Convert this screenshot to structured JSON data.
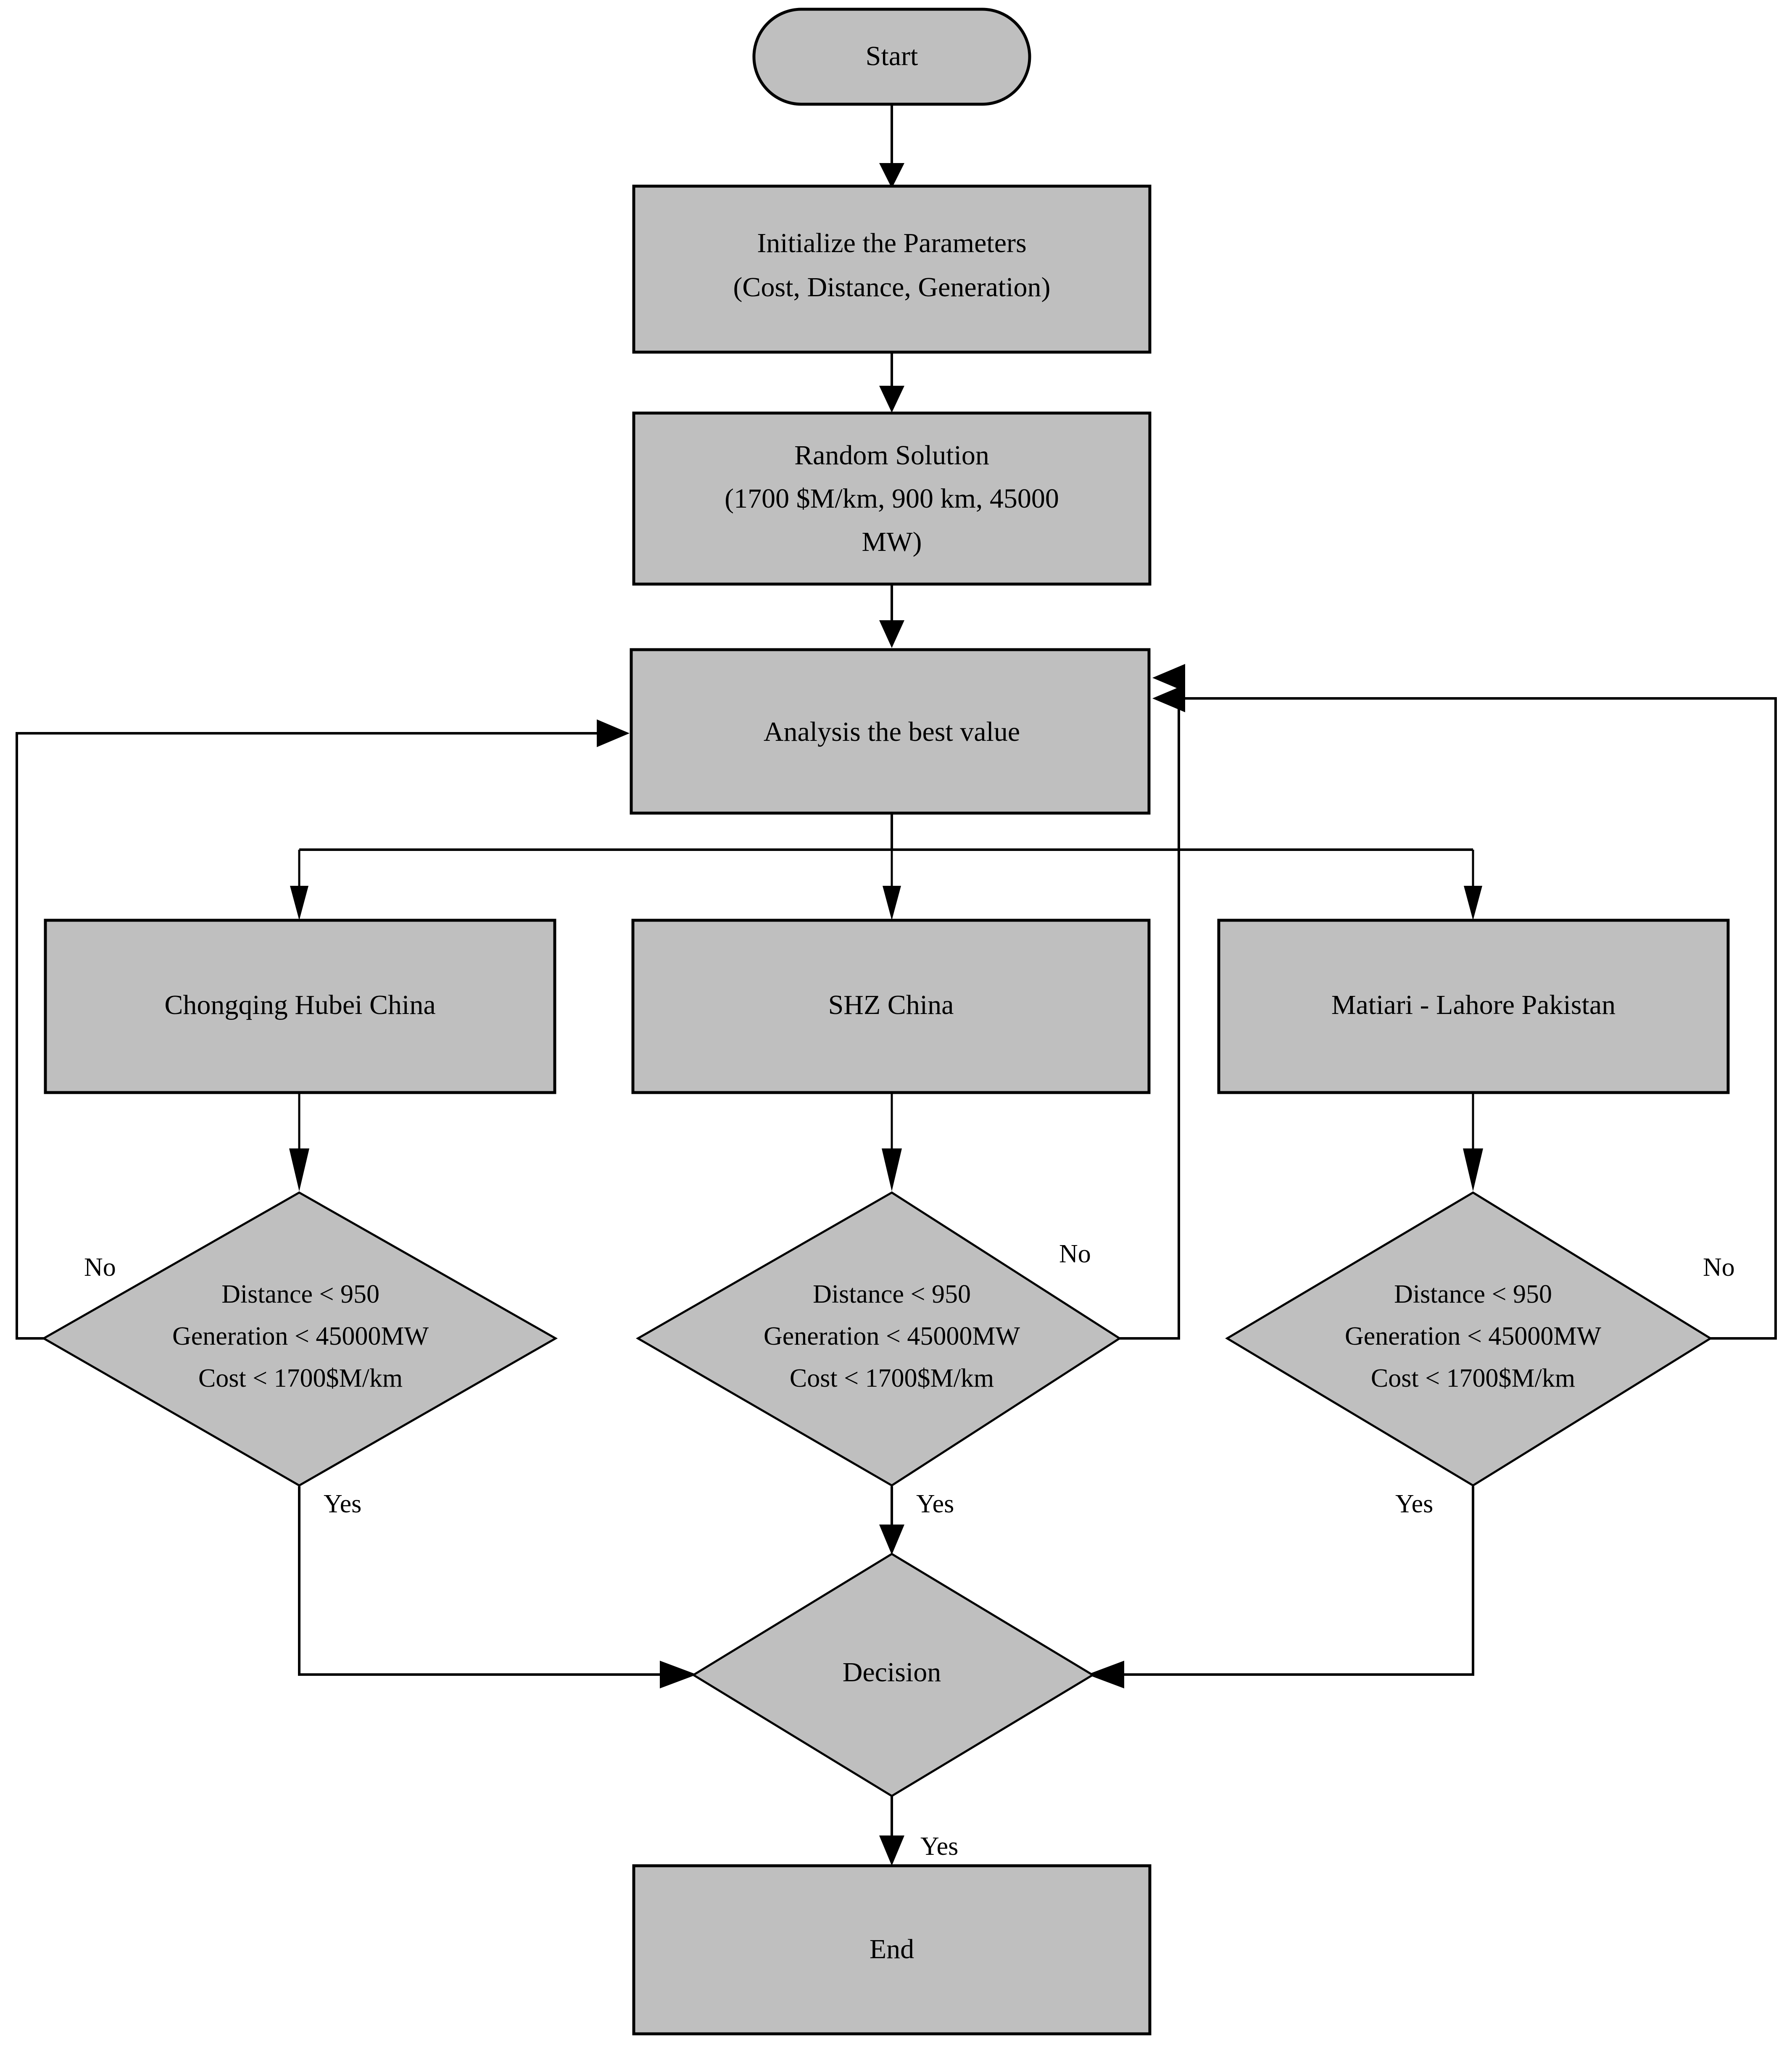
{
  "diagram": {
    "title": "Optimization flowchart for HVDC transmission corridor selection",
    "colors": {
      "node_fill": "#bfbfbf",
      "node_stroke": "#000000",
      "edge_stroke": "#000000",
      "background": "#ffffff",
      "text": "#000000"
    }
  },
  "nodes": {
    "start": {
      "label": "Start",
      "shape": "terminator"
    },
    "initialize": {
      "line1": "Initialize the Parameters",
      "line2": "(Cost, Distance, Generation)",
      "shape": "process"
    },
    "random_solution": {
      "line1": "Random Solution",
      "line2": "(1700 $M/km, 900 km, 45000",
      "line3": "MW)",
      "shape": "process"
    },
    "analysis": {
      "label": "Analysis the best value",
      "shape": "process"
    },
    "branch_left": {
      "label": "Chongqing Hubei China",
      "shape": "process"
    },
    "branch_center": {
      "label": "SHZ China",
      "shape": "process"
    },
    "branch_right": {
      "label": "Matiari - Lahore Pakistan",
      "shape": "process"
    },
    "condition_left": {
      "line1": "Distance < 950",
      "line2": "Generation < 45000MW",
      "line3": "Cost < 1700$M/km",
      "shape": "decision"
    },
    "condition_center": {
      "line1": "Distance < 950",
      "line2": "Generation < 45000MW",
      "line3": "Cost < 1700$M/km",
      "shape": "decision"
    },
    "condition_right": {
      "line1": "Distance < 950",
      "line2": "Generation < 45000MW",
      "line3": "Cost < 1700$M/km",
      "shape": "decision"
    },
    "decision": {
      "label": "Decision",
      "shape": "decision"
    },
    "end": {
      "label": "End",
      "shape": "process"
    }
  },
  "edge_labels": {
    "left_no": "No",
    "left_yes": "Yes",
    "center_no": "No",
    "center_yes": "Yes",
    "right_no": "No",
    "right_yes": "Yes",
    "decision_yes": "Yes"
  }
}
